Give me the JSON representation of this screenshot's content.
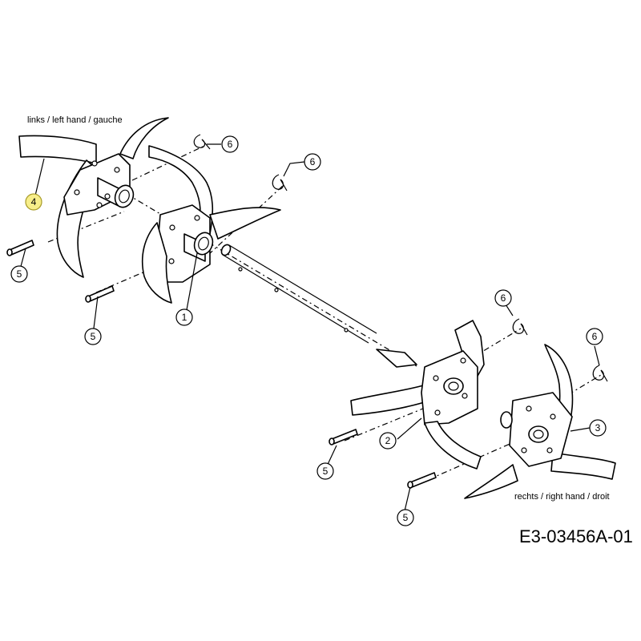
{
  "labels": {
    "left_side": "links / left hand / gauche",
    "right_side": "rechts / right hand / droit",
    "drawing_number": "E3-03456A-01"
  },
  "callouts": [
    "1",
    "2",
    "3",
    "4",
    "5",
    "6"
  ],
  "colors": {
    "line": "#000000",
    "highlight_fill": "#f7ee8a"
  }
}
